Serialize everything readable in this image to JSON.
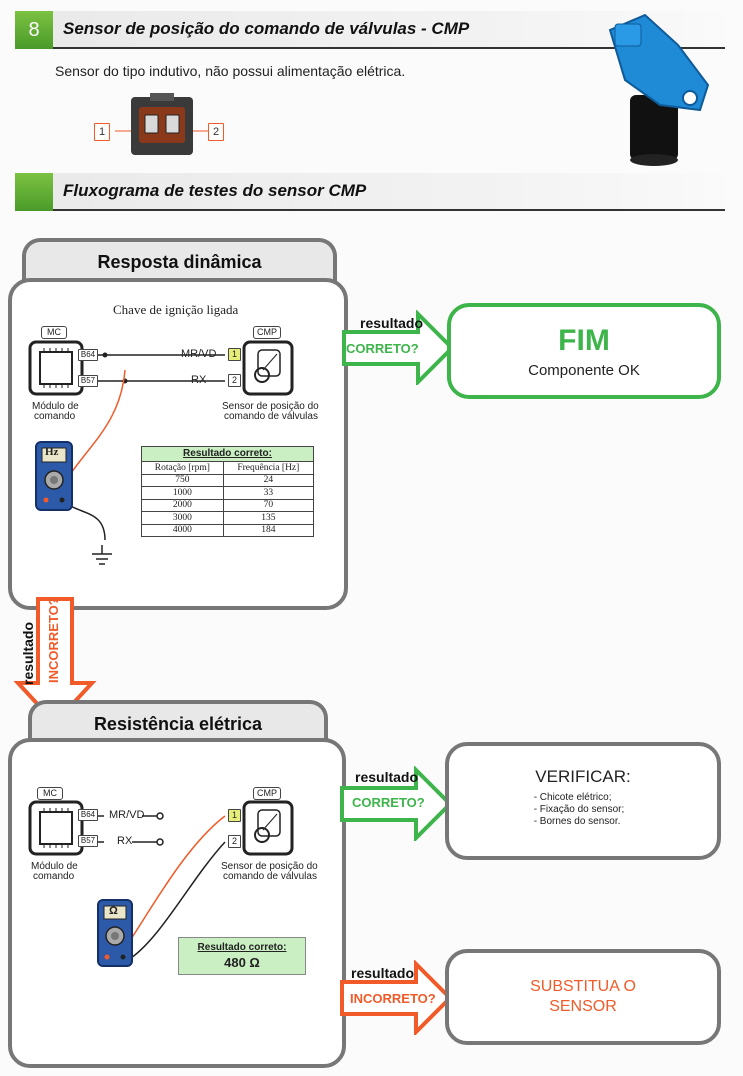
{
  "header": {
    "section_number": "8",
    "title": "Sensor de posição do comando de válvulas - CMP",
    "subtitle": "Sensor do tipo indutivo, não possui alimentação elétrica.",
    "pin_labels": [
      "1",
      "2"
    ]
  },
  "flow_header": {
    "title": "Fluxograma de testes do sensor CMP"
  },
  "dynamic": {
    "tab_title": "Resposta dinâmica",
    "caption": "Chave de ignição ligada",
    "mc_tag": "MC",
    "cmp_tag": "CMP",
    "mc_pins": [
      "B64",
      "B57"
    ],
    "wire_labels": [
      "MR/VD",
      "RX"
    ],
    "cmp_pins": [
      "1",
      "2"
    ],
    "module_label_1": "Módulo de",
    "module_label_2": "comando",
    "sensor_label_1": "Sensor de posição do",
    "sensor_label_2": "comando de válvulas",
    "meter_mode": "Hz",
    "table": {
      "title": "Resultado correto:",
      "headers": [
        "Rotação [rpm]",
        "Frequência [Hz]"
      ],
      "rows": [
        [
          "750",
          "24"
        ],
        [
          "1000",
          "33"
        ],
        [
          "2000",
          "70"
        ],
        [
          "3000",
          "135"
        ],
        [
          "4000",
          "184"
        ]
      ]
    }
  },
  "resistance": {
    "tab_title": "Resistência elétrica",
    "mc_tag": "MC",
    "cmp_tag": "CMP",
    "mc_pins": [
      "B64",
      "B57"
    ],
    "wire_labels": [
      "MR/VD",
      "RX"
    ],
    "cmp_pins": [
      "1",
      "2"
    ],
    "module_label_1": "Módulo de",
    "module_label_2": "comando",
    "sensor_label_1": "Sensor de posição do",
    "sensor_label_2": "comando de válvulas",
    "meter_mode": "Ω",
    "result_title": "Resultado correto:",
    "result_value": "480 Ω"
  },
  "arrows": {
    "result_word": "resultado",
    "correct": "CORRETO?",
    "incorrect": "INCORRETO?"
  },
  "outcomes": {
    "end_title": "FIM",
    "end_text": "Componente OK",
    "verify_title": "VERIFICAR:",
    "verify_items": [
      "- Chicote elétrico;",
      "- Fixação do sensor;",
      "- Bornes do sensor."
    ],
    "replace_line1": "SUBSTITUA O",
    "replace_line2": "SENSOR"
  },
  "colors": {
    "green": "#3db54a",
    "orange": "#f15a29",
    "panel_border": "#777777",
    "blue_sensor": "#1f8ad6"
  }
}
